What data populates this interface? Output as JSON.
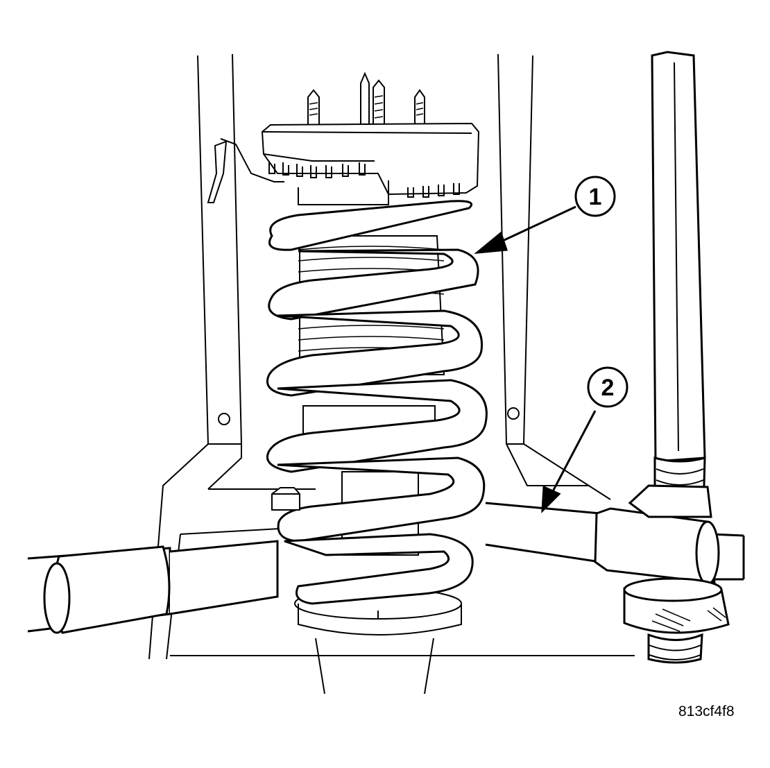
{
  "callouts": [
    {
      "label": "1"
    },
    {
      "label": "2"
    }
  ],
  "figure_id": "813cf4f8",
  "colors": {
    "line": "#000000",
    "background": "#ffffff"
  }
}
